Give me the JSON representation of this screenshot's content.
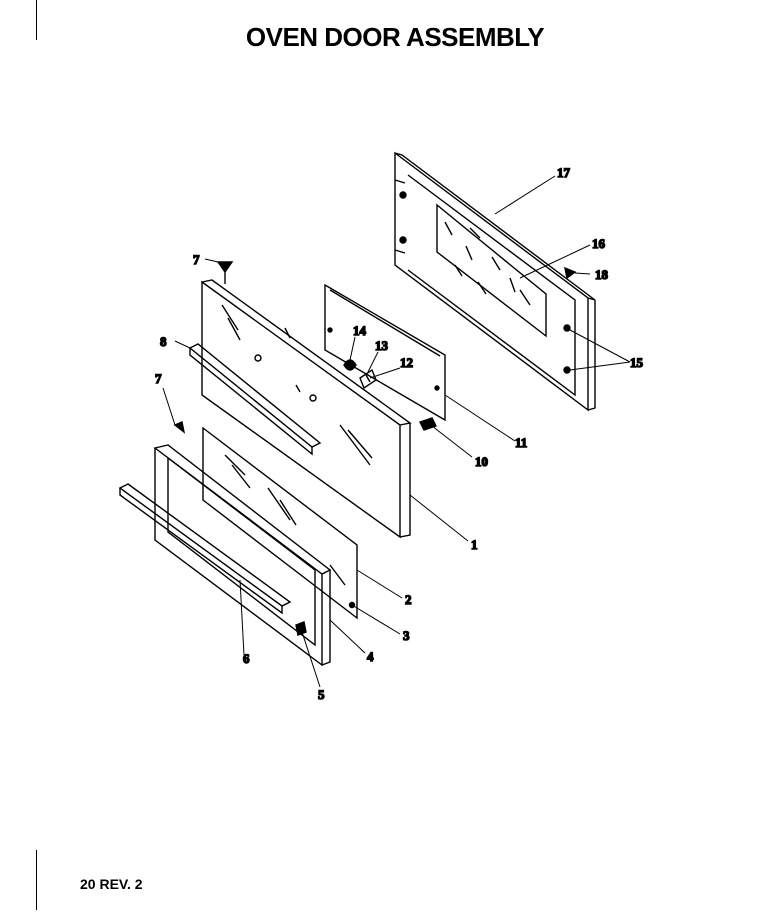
{
  "title": "OVEN DOOR ASSEMBLY",
  "footer": "20 REV. 2",
  "part_labels": {
    "p1": "1",
    "p2": "2",
    "p3": "3",
    "p4": "4",
    "p5": "5",
    "p6": "6",
    "p7a": "7",
    "p7b": "7",
    "p8": "8",
    "p10": "10",
    "p11": "11",
    "p12": "12",
    "p13": "13",
    "p14": "14",
    "p15": "15",
    "p16": "16",
    "p17": "17",
    "p18": "18"
  }
}
